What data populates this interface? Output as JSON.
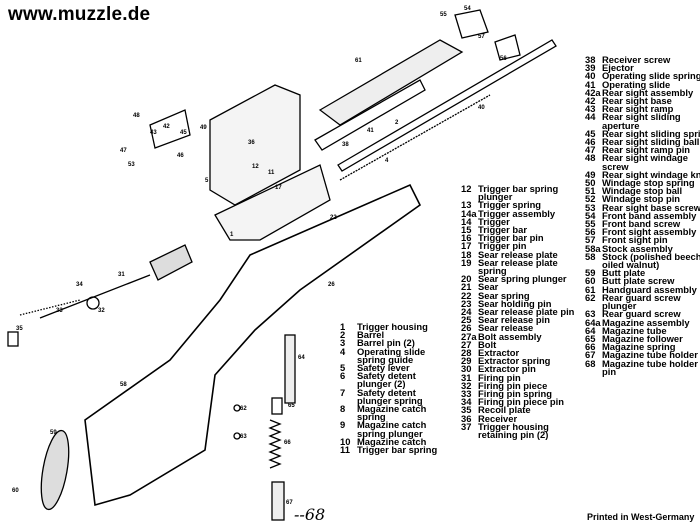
{
  "site_title": "www.muzzle.de",
  "footer": "Printed in West-Germany",
  "handwritten_note": "--68",
  "parts_list_1": [
    {
      "n": "1",
      "t": "Trigger housing"
    },
    {
      "n": "2",
      "t": "Barrel"
    },
    {
      "n": "3",
      "t": "Barrel pin (2)"
    },
    {
      "n": "4",
      "t": "Operating slide spring guide"
    },
    {
      "n": "5",
      "t": "Safety lever"
    },
    {
      "n": "6",
      "t": "Safety detent plunger (2)"
    },
    {
      "n": "7",
      "t": "Safety detent plunger spring"
    },
    {
      "n": "8",
      "t": "Magazine catch spring"
    },
    {
      "n": "9",
      "t": "Magazine catch spring plunger"
    },
    {
      "n": "10",
      "t": "Magazine catch"
    },
    {
      "n": "11",
      "t": "Trigger bar spring"
    }
  ],
  "parts_list_2": [
    {
      "n": "12",
      "t": "Trigger bar spring plunger"
    },
    {
      "n": "13",
      "t": "Trigger spring"
    },
    {
      "n": "14a",
      "t": "Trigger assembly"
    },
    {
      "n": "14",
      "t": "Trigger"
    },
    {
      "n": "15",
      "t": "Trigger bar"
    },
    {
      "n": "16",
      "t": "Trigger bar pin"
    },
    {
      "n": "17",
      "t": "Trigger pin"
    },
    {
      "n": "18",
      "t": "Sear release plate"
    },
    {
      "n": "19",
      "t": "Sear release plate spring"
    },
    {
      "n": "20",
      "t": "Sear spring plunger"
    },
    {
      "n": "21",
      "t": "Sear"
    },
    {
      "n": "22",
      "t": "Sear spring"
    },
    {
      "n": "23",
      "t": "Sear holding pin"
    },
    {
      "n": "24",
      "t": "Sear release plate pin"
    },
    {
      "n": "25",
      "t": "Sear release pin"
    },
    {
      "n": "26",
      "t": "Sear release"
    },
    {
      "n": "27a",
      "t": "Bolt assembly"
    },
    {
      "n": "27",
      "t": "Bolt"
    },
    {
      "n": "28",
      "t": "Extractor"
    },
    {
      "n": "29",
      "t": "Extractor spring"
    },
    {
      "n": "30",
      "t": "Extractor pin"
    },
    {
      "n": "31",
      "t": "Firing pin"
    },
    {
      "n": "32",
      "t": "Firing pin piece"
    },
    {
      "n": "33",
      "t": "Firing pin spring"
    },
    {
      "n": "34",
      "t": "Firing pin piece pin"
    },
    {
      "n": "35",
      "t": "Recoil plate"
    },
    {
      "n": "36",
      "t": "Receiver"
    },
    {
      "n": "37",
      "t": "Trigger housing retaining pin (2)"
    }
  ],
  "parts_list_3": [
    {
      "n": "38",
      "t": "Receiver screw"
    },
    {
      "n": "39",
      "t": "Ejector"
    },
    {
      "n": "40",
      "t": "Operating slide spring"
    },
    {
      "n": "41",
      "t": "Operating slide"
    },
    {
      "n": "42a",
      "t": "Rear sight assembly"
    },
    {
      "n": "42",
      "t": "Rear sight base"
    },
    {
      "n": "43",
      "t": "Rear sight ramp"
    },
    {
      "n": "44",
      "t": "Rear sight sliding aperture"
    },
    {
      "n": "45",
      "t": "Rear sight sliding spring"
    },
    {
      "n": "46",
      "t": "Rear sight sliding ball"
    },
    {
      "n": "47",
      "t": "Rear sight ramp pin"
    },
    {
      "n": "48",
      "t": "Rear sight windage screw"
    },
    {
      "n": "49",
      "t": "Rear sight windage knob"
    },
    {
      "n": "50",
      "t": "Windage stop spring"
    },
    {
      "n": "51",
      "t": "Windage stop ball"
    },
    {
      "n": "52",
      "t": "Windage stop pin"
    },
    {
      "n": "53",
      "t": "Rear sight base screw"
    },
    {
      "n": "54",
      "t": "Front band assembly"
    },
    {
      "n": "55",
      "t": "Front band screw"
    },
    {
      "n": "56",
      "t": "Front sight assembly"
    },
    {
      "n": "57",
      "t": "Front sight pin"
    },
    {
      "n": "58a",
      "t": "Stock assembly"
    },
    {
      "n": "58",
      "t": "Stock (polished beech or oiled walnut)"
    },
    {
      "n": "59",
      "t": "Butt plate"
    },
    {
      "n": "60",
      "t": "Butt plate screw"
    },
    {
      "n": "61",
      "t": "Handguard assembly"
    },
    {
      "n": "62",
      "t": "Rear guard screw plunger"
    },
    {
      "n": "63",
      "t": "Rear guard screw"
    },
    {
      "n": "64a",
      "t": "Magazine assembly"
    },
    {
      "n": "64",
      "t": "Magazine tube"
    },
    {
      "n": "65",
      "t": "Magazine follower"
    },
    {
      "n": "66",
      "t": "Magazine spring"
    },
    {
      "n": "67",
      "t": "Magazine tube holder"
    },
    {
      "n": "68",
      "t": "Magazine tube holder pin"
    }
  ],
  "callouts": [
    "55",
    "54",
    "57",
    "56",
    "61",
    "40",
    "4",
    "2",
    "41",
    "36",
    "38",
    "48",
    "42",
    "43",
    "45",
    "46",
    "47",
    "53",
    "49",
    "12",
    "11",
    "1",
    "17",
    "22",
    "31",
    "34",
    "33",
    "32",
    "35",
    "58",
    "59",
    "60",
    "62",
    "63",
    "64",
    "65",
    "66",
    "67",
    "5",
    "26"
  ]
}
